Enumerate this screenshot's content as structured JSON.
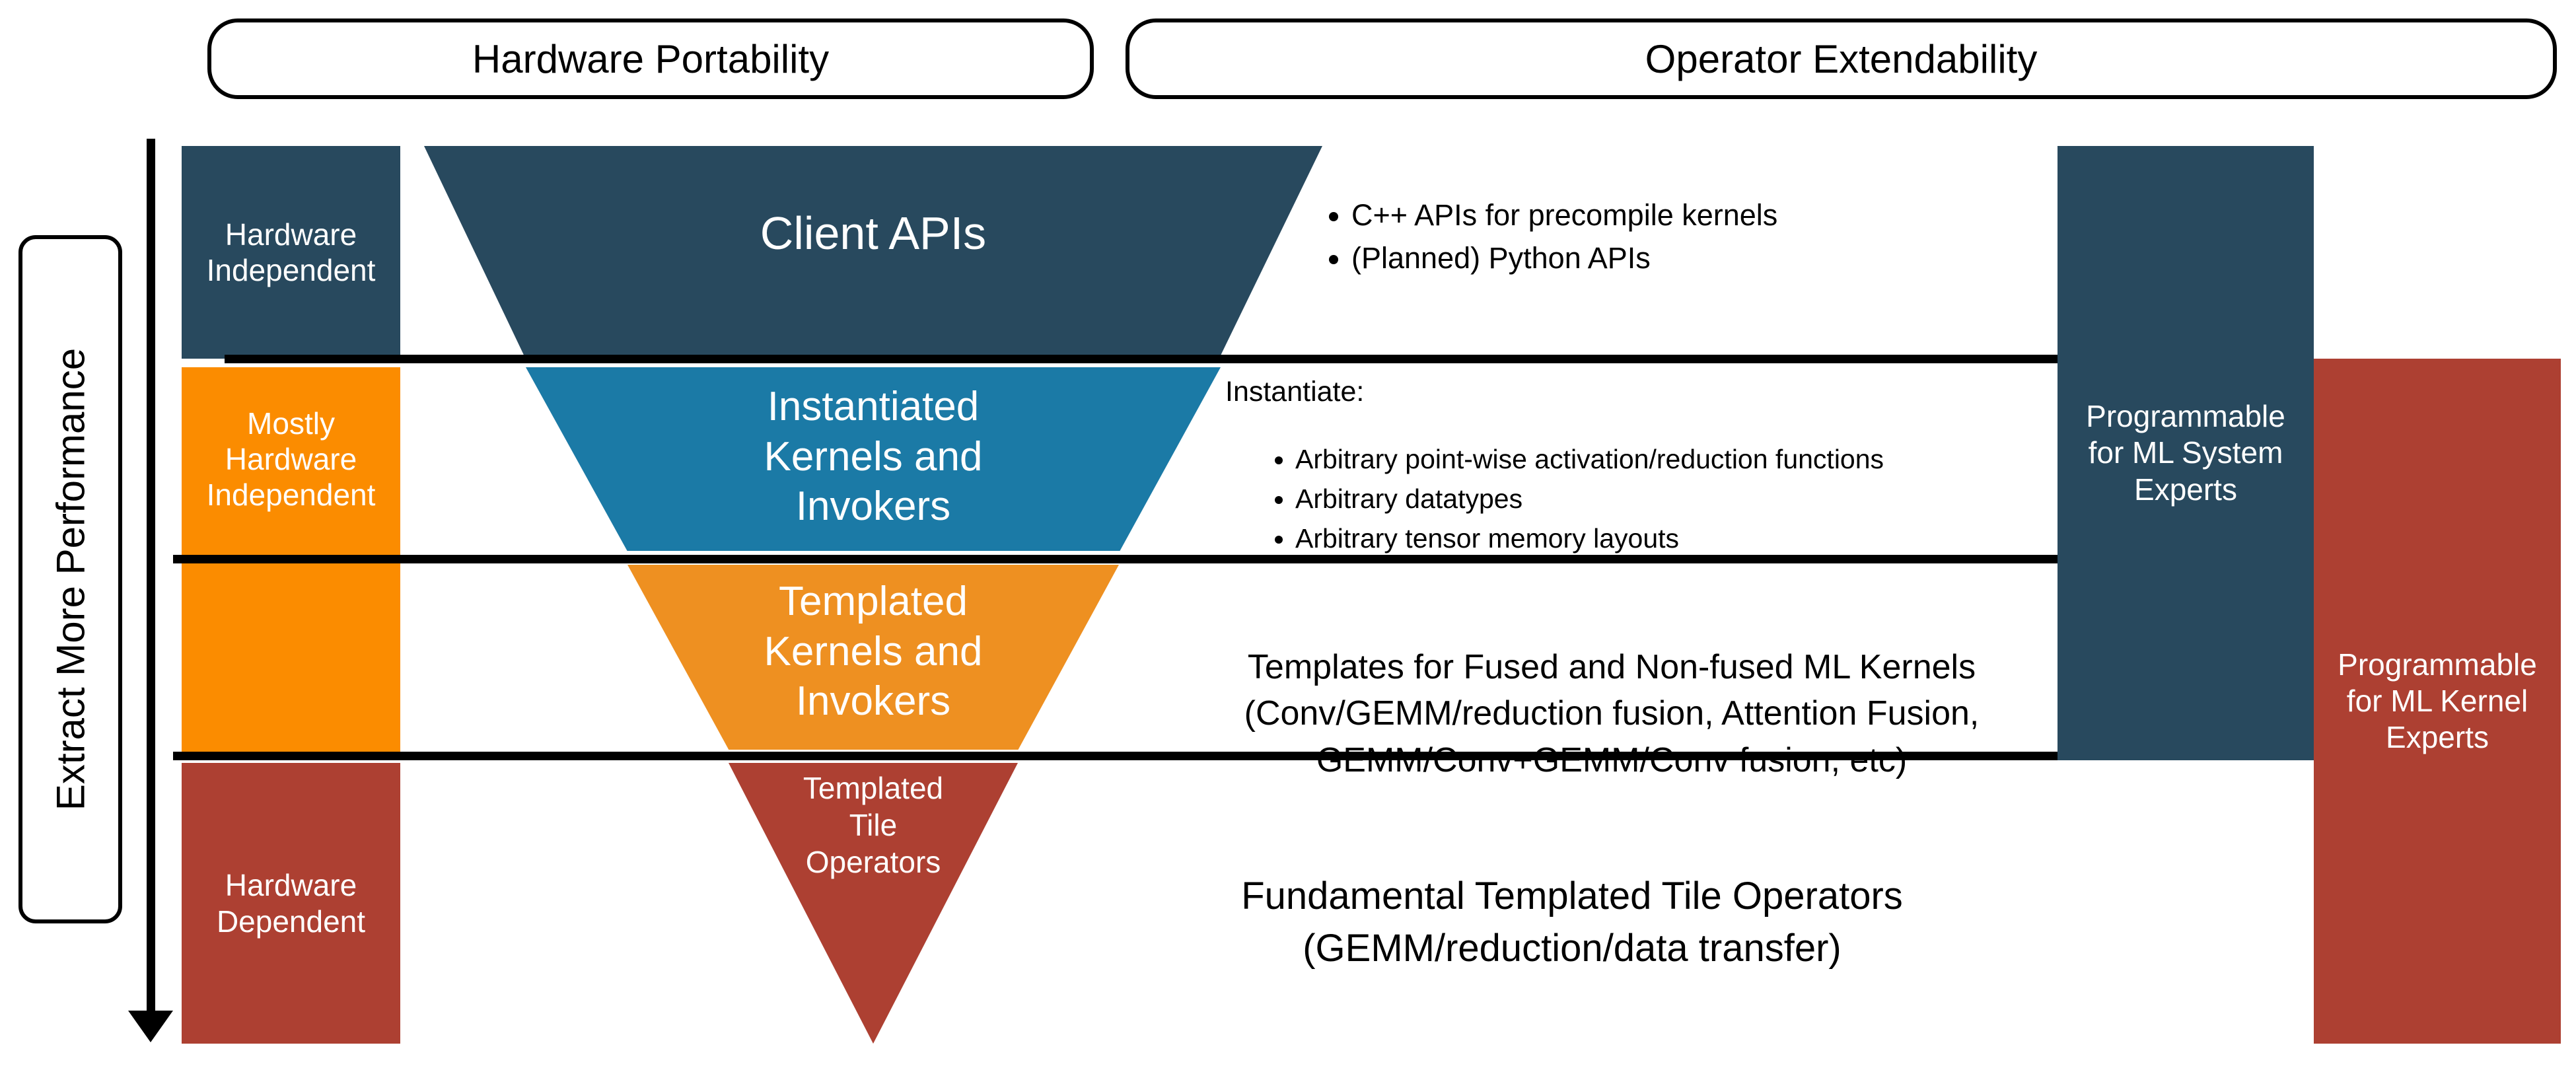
{
  "headers": [
    {
      "label": "Hardware Portability"
    },
    {
      "label": "Operator Extendability"
    }
  ],
  "axis": {
    "label": "Extract More Performance",
    "direction": "down-arrow"
  },
  "colors": {
    "dark_blue": "#28495e",
    "mid_blue": "#1b7aa6",
    "orange_bright": "#fb8c00",
    "orange": "#ee9021",
    "red": "#ad4032",
    "black": "#000000",
    "white": "#ffffff"
  },
  "left_bars": [
    {
      "label": "Hardware\nIndependent",
      "color": "#28495e"
    },
    {
      "label": "Mostly\nHardware\nIndependent",
      "color": "#fb8c00"
    },
    {
      "label": "Hardware\nDependent",
      "color": "#ad4032"
    }
  ],
  "funnel": {
    "layers": [
      {
        "name": "client-apis",
        "label": "Client APIs",
        "color": "#28495e"
      },
      {
        "name": "instantiated-kernels",
        "label": "Instantiated\nKernels and\nInvokers",
        "color": "#1b7aa6"
      },
      {
        "name": "templated-kernels",
        "label": "Templated\nKernels and\nInvokers",
        "color": "#ee9021"
      },
      {
        "name": "templated-tile-operators",
        "label": "Templated\nTile\nOperators",
        "color": "#ad4032"
      }
    ]
  },
  "right_text": {
    "client_apis_bullets": [
      "C++ APIs for precompile kernels",
      "(Planned) Python APIs"
    ],
    "instantiate_heading": "Instantiate:",
    "instantiate_bullets": [
      "Arbitrary point-wise activation/reduction functions",
      "Arbitrary datatypes",
      "Arbitrary tensor memory layouts"
    ],
    "templated_kernels_text": "Templates for Fused and Non-fused ML Kernels\n(Conv/GEMM/reduction fusion, Attention Fusion,\nGEMM/Conv+GEMM/Conv fusion, etc)",
    "tile_operators_text": "Fundamental Templated Tile Operators\n(GEMM/reduction/data transfer)"
  },
  "right_bars": [
    {
      "label": "Programmable\nfor ML System\nExperts",
      "color": "#28495e"
    },
    {
      "label": "Programmable\nfor ML Kernel\nExperts",
      "color": "#ad4032"
    }
  ]
}
